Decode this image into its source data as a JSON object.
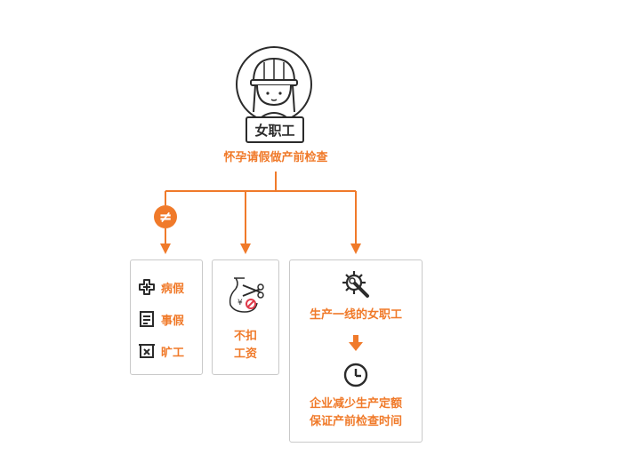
{
  "top": {
    "name_label": "女职工",
    "subtitle": "怀孕请假做产前检查"
  },
  "branch_left": {
    "badge": "≠",
    "items": [
      {
        "label": "病假",
        "icon": "medical-cross-icon"
      },
      {
        "label": "事假",
        "icon": "document-icon"
      },
      {
        "label": "旷工",
        "icon": "absence-icon"
      }
    ]
  },
  "branch_middle": {
    "icon": "scissors-money-bag-icon",
    "line1": "不扣",
    "line2": "工资"
  },
  "branch_right": {
    "icon_top": "gear-wrench-icon",
    "text_top": "生产一线的女职工",
    "icon_bottom": "clock-icon",
    "text_bottom_1": "企业减少生产定额",
    "text_bottom_2": "保证产前检查时间"
  },
  "colors": {
    "accent": "#f07a2a",
    "outline": "#2b2b2b",
    "box_border": "#c9c9c9"
  }
}
